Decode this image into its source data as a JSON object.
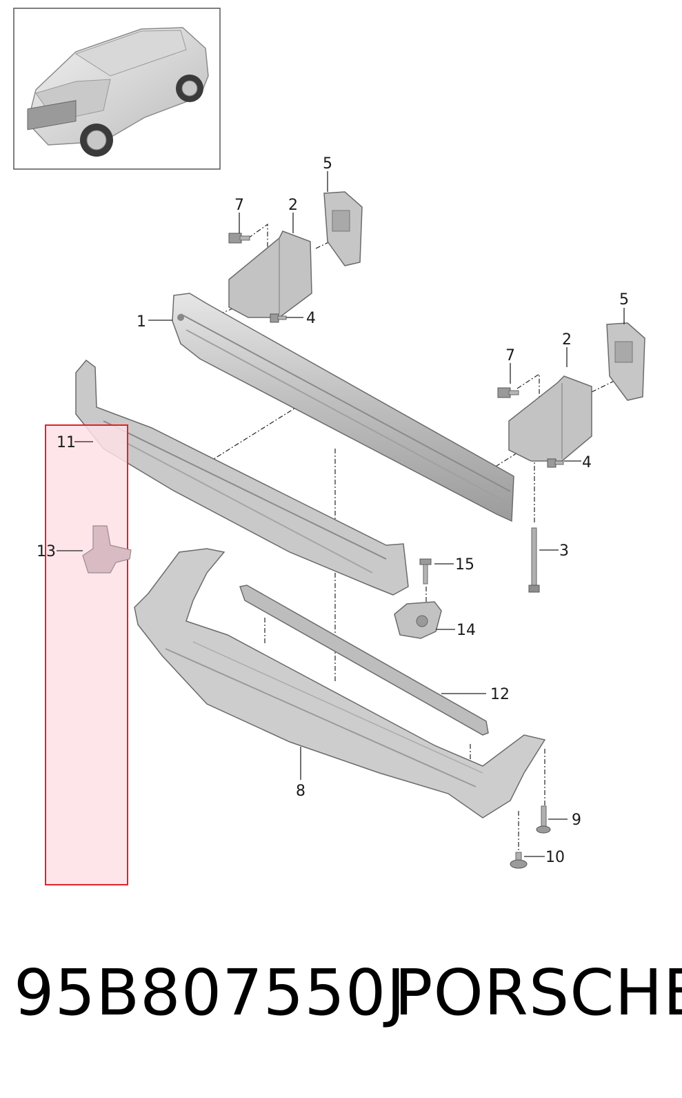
{
  "diagram": {
    "callouts": {
      "c1": "1",
      "c2a": "2",
      "c2b": "2",
      "c3": "3",
      "c4a": "4",
      "c4b": "4",
      "c5a": "5",
      "c5b": "5",
      "c7a": "7",
      "c7b": "7",
      "c8": "8",
      "c9": "9",
      "c10": "10",
      "c11": "11",
      "c12": "12",
      "c13": "13",
      "c14": "14",
      "c15": "15"
    },
    "highlight_color": "#e0202a",
    "highlight_fill": "#fde0e6",
    "part_fill": "#cfcfcf",
    "part_stroke": "#6a6a6a"
  },
  "caption": {
    "part_number": "95B807550J",
    "brand": "PORSCHE"
  }
}
